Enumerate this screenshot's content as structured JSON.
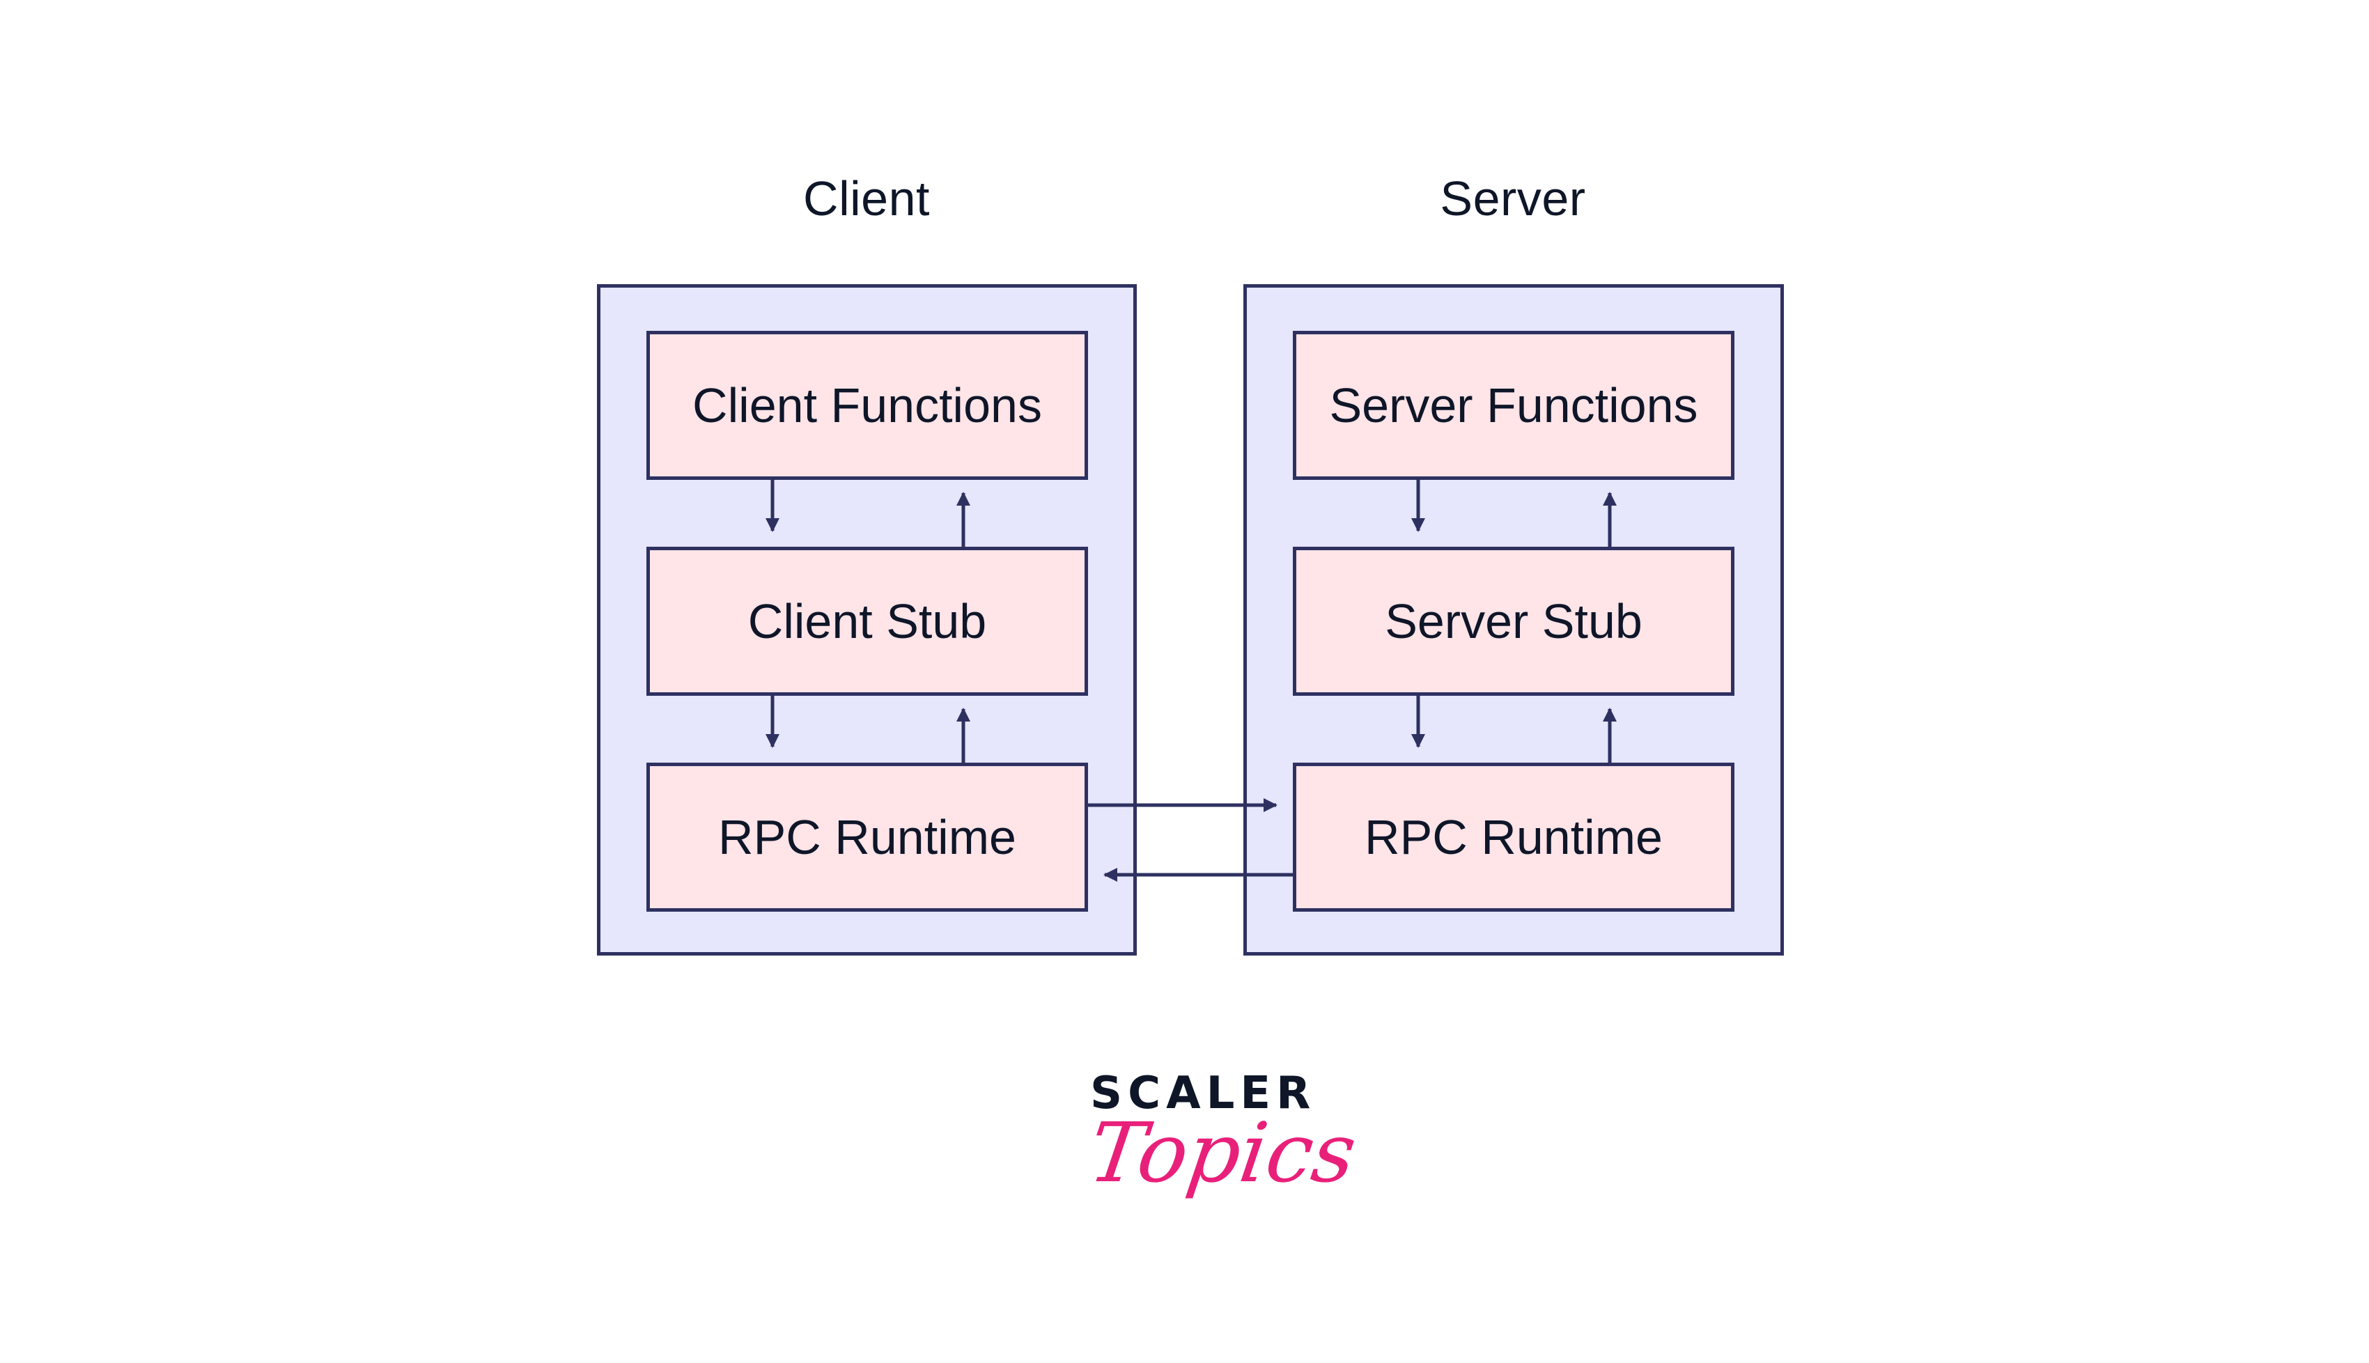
{
  "diagram": {
    "title": "RPC architecture: Client and Server",
    "colors": {
      "container_fill": "#E6E6FD",
      "box_fill": "#FFE4E8",
      "stroke": "#2E3160",
      "text": "#0E1628",
      "brand_pink": "#E9207A"
    },
    "client": {
      "label": "Client",
      "boxes": [
        {
          "label": "Client Functions"
        },
        {
          "label": "Client Stub"
        },
        {
          "label": "RPC Runtime"
        }
      ]
    },
    "server": {
      "label": "Server",
      "boxes": [
        {
          "label": "Server Functions"
        },
        {
          "label": "Server Stub"
        },
        {
          "label": "RPC Runtime"
        }
      ]
    },
    "edges": [
      {
        "from": "Client Functions",
        "to": "Client Stub"
      },
      {
        "from": "Client Stub",
        "to": "Client Functions"
      },
      {
        "from": "Client Stub",
        "to": "Client RPC Runtime"
      },
      {
        "from": "Client RPC Runtime",
        "to": "Client Stub"
      },
      {
        "from": "Client RPC Runtime",
        "to": "Server RPC Runtime"
      },
      {
        "from": "Server RPC Runtime",
        "to": "Client RPC Runtime"
      },
      {
        "from": "Server Functions",
        "to": "Server Stub"
      },
      {
        "from": "Server Stub",
        "to": "Server Functions"
      },
      {
        "from": "Server Stub",
        "to": "Server RPC Runtime"
      },
      {
        "from": "Server RPC Runtime",
        "to": "Server Stub"
      }
    ]
  },
  "logo": {
    "line1": "SCALER",
    "line2": "Topics"
  }
}
